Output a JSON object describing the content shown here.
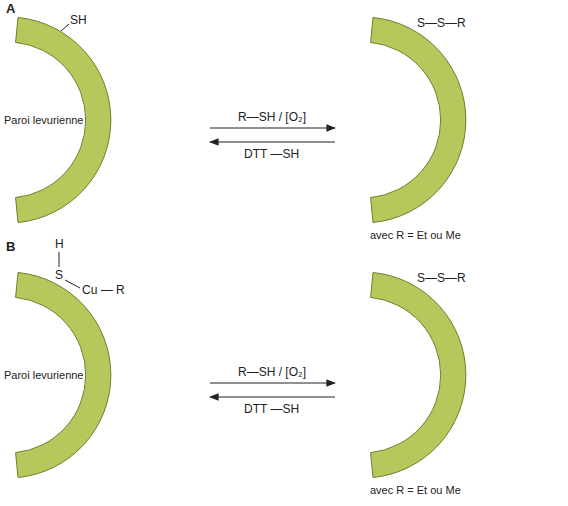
{
  "diagram": {
    "labels": [
      "A",
      "SH",
      "Paroi levurienne",
      "R—SH / [O₂]",
      "DTT —SH",
      "S—S—R",
      "avec R = Et ou Me",
      "B",
      "H",
      "S",
      "Cu — R",
      "Paroi levurienne",
      "R—SH / [O₂]",
      "DTT —SH",
      "S—S—R",
      "avec R = Et ou Me"
    ]
  }
}
